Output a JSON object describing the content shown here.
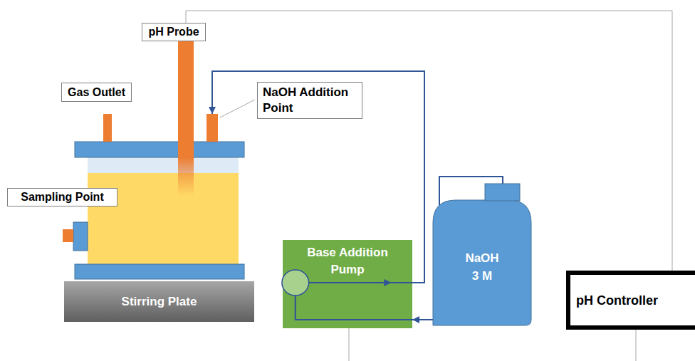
{
  "diagram": {
    "nodes": [
      {
        "text": [
          "pH Probe"
        ]
      },
      {
        "text": [
          "Gas Outlet"
        ]
      },
      {
        "text": [
          "NaOH Addition Point"
        ]
      },
      {
        "text": [
          "Sampling Point"
        ]
      },
      {
        "text": [
          "Base Addition Pump"
        ]
      },
      {
        "text": [
          "NaOH",
          "3 M"
        ]
      },
      {
        "text": [
          "pH Controller"
        ]
      },
      {
        "text": [
          "Stirring Plate"
        ]
      }
    ],
    "edges": [
      {
        "from": 0,
        "to": 6,
        "arrow": "none"
      },
      {
        "from": 5,
        "to": 4,
        "arrow": "to"
      },
      {
        "from": 4,
        "to": 2,
        "arrow": "to"
      }
    ]
  }
}
